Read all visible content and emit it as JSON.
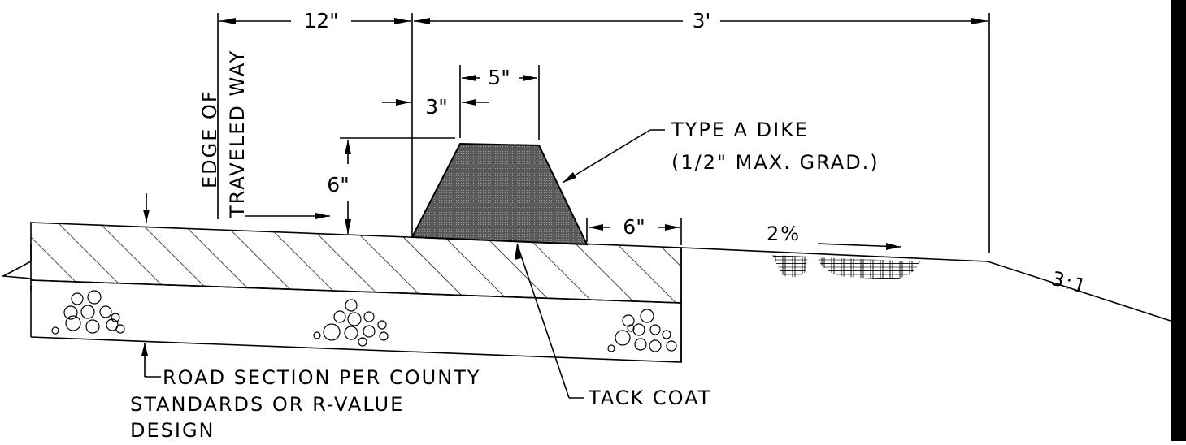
{
  "diagram": {
    "dimensions": {
      "width_left": "12\"",
      "width_right": "3'",
      "top_width": "5\"",
      "offset": "3\"",
      "height": "6\"",
      "toe": "6\""
    },
    "labels": {
      "edge_line1": "EDGE OF",
      "edge_line2": "TRAVELED WAY",
      "dike_line1": "TYPE A DIKE",
      "dike_line2": "(1/2\" MAX. GRAD.)",
      "grade": "2%",
      "slope": "3:1",
      "tack": "TACK COAT",
      "road_line1": "ROAD SECTION PER COUNTY",
      "road_line2": "STANDARDS OR R-VALUE",
      "road_line3": "DESIGN"
    }
  }
}
